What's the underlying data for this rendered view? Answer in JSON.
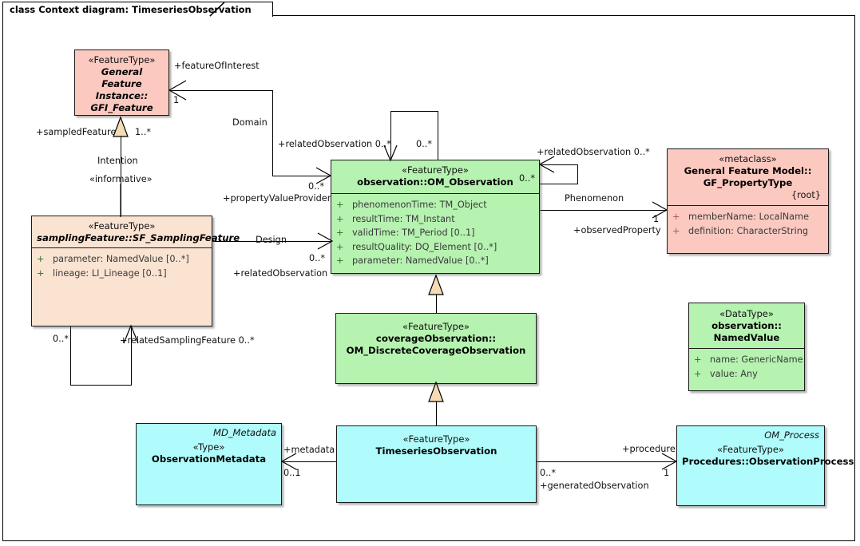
{
  "diagram": {
    "title": "class Context diagram: TimeseriesObservation"
  },
  "colors": {
    "green": "#b6f2b0",
    "pink": "#fbc9c0",
    "peach": "#fbe3d2",
    "cyan": "#b0fbfb",
    "generalization_fill": "#f6dcb4",
    "border": "#1a1a1a"
  },
  "classes": {
    "gfi_feature": {
      "stereotype": "«FeatureType»",
      "name_line1": "General Feature",
      "name_line2": "Instance::",
      "name_line3": "GFI_Feature"
    },
    "om_observation": {
      "stereotype": "«FeatureType»",
      "name": "observation::OM_Observation",
      "corner_multiplicity": "0..*",
      "attributes": [
        "phenomenonTime: TM_Object",
        "resultTime: TM_Instant",
        "validTime: TM_Period [0..1]",
        "resultQuality: DQ_Element [0..*]",
        "parameter: NamedValue [0..*]"
      ]
    },
    "sf_samplingfeature": {
      "stereotype": "«FeatureType»",
      "name": "samplingFeature::SF_SamplingFeature",
      "attributes": [
        "parameter: NamedValue [0..*]",
        "lineage: LI_Lineage [0..1]"
      ]
    },
    "gf_propertytype": {
      "stereotype": "«metaclass»",
      "name_line1": "General Feature Model::",
      "name_line2": "GF_PropertyType",
      "constraint": "{root}",
      "attributes": [
        "memberName: LocalName",
        "definition: CharacterString"
      ]
    },
    "om_discretecoverageobservation": {
      "stereotype": "«FeatureType»",
      "name_line1": "coverageObservation::",
      "name_line2": "OM_DiscreteCoverageObservation"
    },
    "namedvalue": {
      "stereotype": "«DataType»",
      "name_line1": "observation::",
      "name_line2": "NamedValue",
      "attributes": [
        "name: GenericName",
        "value: Any"
      ]
    },
    "observationmetadata": {
      "header_type": "MD_Metadata",
      "stereotype": "«Type»",
      "name": "ObservationMetadata"
    },
    "timeseriesobservation": {
      "stereotype": "«FeatureType»",
      "name": "TimeseriesObservation"
    },
    "observationprocess": {
      "header_type": "OM_Process",
      "stereotype": "«FeatureType»",
      "name": "Procedures::ObservationProcess"
    }
  },
  "associations": {
    "feature_of_interest_role": "+featureOfInterest",
    "feature_of_interest_mult": "1",
    "domain_name": "Domain",
    "sampled_feature_role": "+sampledFeature",
    "sampled_feature_mult": "1..*",
    "intention_name": "Intention",
    "intention_stereotype": "«informative»",
    "related_observation_left_role": "+relatedObservation 0..*",
    "self_loop_mult": "0..*",
    "property_value_provider_mult": "0..*",
    "property_value_provider_role": "+propertyValueProvider",
    "design_name": "Design",
    "design_mult": "0..*",
    "design_role": "+relatedObservation",
    "related_observation_right_role": "+relatedObservation 0..*",
    "related_observation_right_mult": "0..*",
    "phenomenon_name": "Phenomenon",
    "observed_property_role": "+observedProperty",
    "observed_property_mult": "1",
    "related_sampling_feature_mult": "0..*",
    "related_sampling_feature_role": "+relatedSamplingFeature 0..*",
    "metadata_role": "+metadata",
    "metadata_mult": "0..1",
    "procedure_role": "+procedure",
    "procedure_mult": "1",
    "generated_observation_mult": "0..*",
    "generated_observation_role": "+generatedObservation"
  }
}
